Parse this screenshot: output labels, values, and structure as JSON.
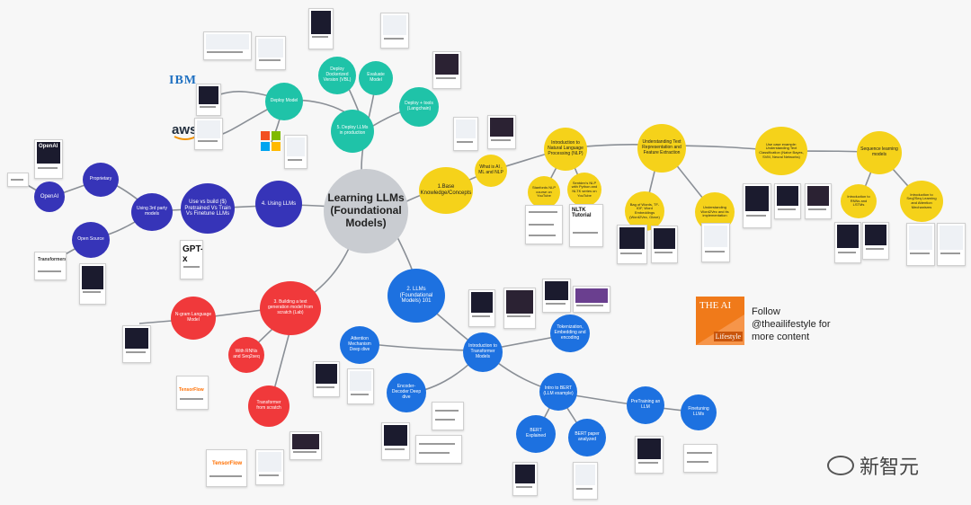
{
  "colors": {
    "teal": "#1fc3a8",
    "yellow": "#f5d21a",
    "navy": "#3634b8",
    "red": "#f0393b",
    "blue": "#1d71e0",
    "center": "#c9ccd1",
    "brand_orange": "#f07a1a"
  },
  "center": {
    "title": "Learning LLMs (Foundational Models)"
  },
  "nodes": {
    "deploy_docker": "Deploy Dockerized Version (VBL)",
    "evaluate_model": "Evaluate Model",
    "deploy_model": "Deploy Model",
    "deploy_tools": "Deploy + tools (Langchain)",
    "deploy_llms": "5. Deploy LLMs in production",
    "base_knowledge": "1.Base Knowledge/Concepts",
    "ai_ml_nlp": "What is AI , ML and NLP",
    "intro_nlp": "Introduction to Natural Language Processing (NLP)",
    "stanford_nlp": "Stanfords NLP course on YouTube",
    "sentdex_nlp": "Sentdex's NLP with Python and NLTK series on YouTube",
    "text_repr": "Understanding Text Representation and Feature Extraction",
    "bag_of_words": "Bag of Words, TF-IDF, Word Embeddings (Word2Vec, Glove)",
    "understanding_word2vec": "Understanding Word2Vec and its implementation",
    "use_case": "Use case example: Understanding Text Classification (Naive Bayes, SVM, Neural Networks)",
    "sequence_learning": "Sequence learning models",
    "intro_rnns": "Introduction to RNNs and LSTMs",
    "intro_seq2seq": "Introduction to Seq2Seq Learning and Attention Mechanisms",
    "openai": "OpenAI",
    "proprietary": "Proprietary",
    "open_source": "Open Source",
    "third_party": "Using 3rd party models",
    "use_vs_build": "Use vs build ($) Pretrained Vs Train Vs Finetune LLMs",
    "using_llms": "4. Using LLMs",
    "ngram": "N-gram Language Model",
    "building_text": "3. Building a text generation model from scratch (Lab)",
    "rnns_seq2seq": "With RNNs and Seq2seq",
    "transformer_scratch": "Transformer from scratch",
    "llms_101": "2. LLMs (Foundational Models) 101",
    "attention": "Attention Mechanism Deep dive",
    "intro_transformer": "Introduction to Transformer Models",
    "tokenization": "Tokenization, Embedding and encoding",
    "encoder_decoder": "Encoder-Decoder Deep dive",
    "intro_bert": "Intro to BERT (LLM example)",
    "bert_explained": "BERT Explained",
    "bert_paper": "BERT paper analyzed",
    "pretraining": "PreTraining an LLM",
    "finetuning": "Finetuning LLMs"
  },
  "logos": {
    "ibm": "IBM",
    "aws": "aws",
    "tensorflow_1": "TensorFlow",
    "tensorflow_2": "TensorFlow",
    "gpt_x": "GPT-x",
    "nltk": "NLTK Tutorial",
    "openai_logo": "OpenAI",
    "transformers": "Transformers"
  },
  "brand": {
    "line1": "THE AI",
    "line2": "Lifestyle"
  },
  "follow": {
    "line1": "Follow",
    "line2": "@theailifestyle for",
    "line3": "more content"
  },
  "watermark": "新智元"
}
